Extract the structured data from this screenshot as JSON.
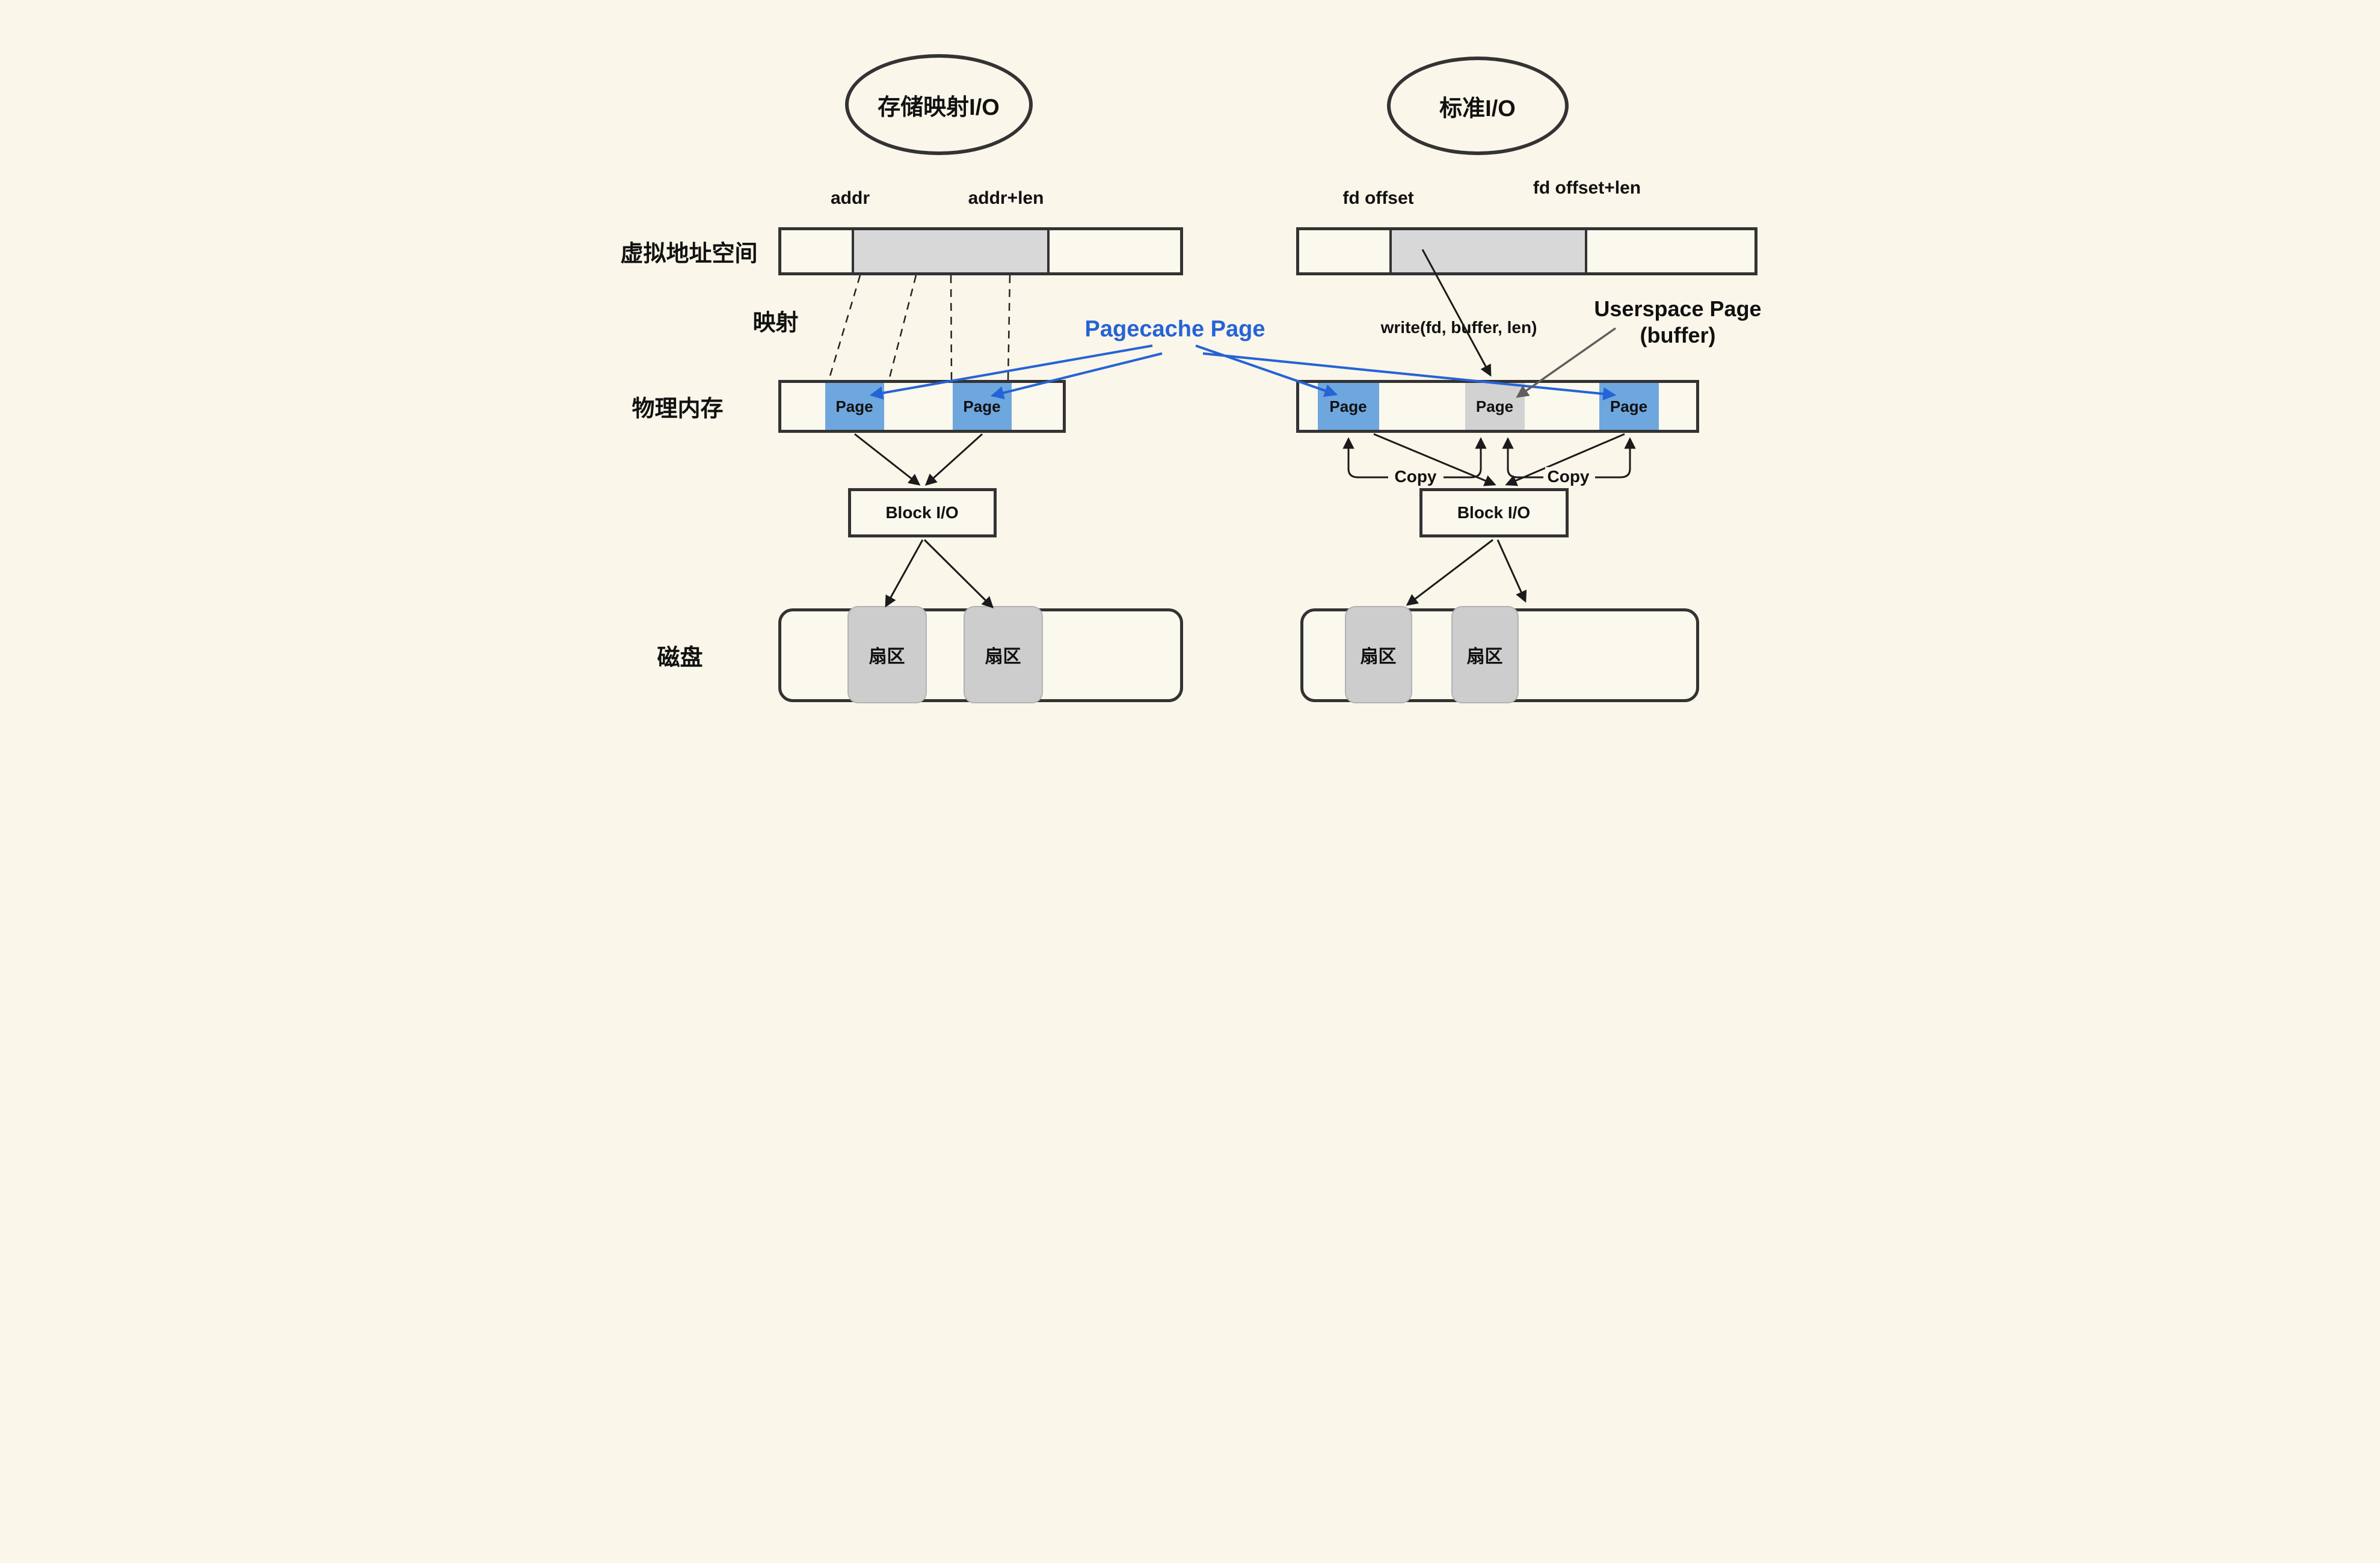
{
  "colors": {
    "background": "#FAF6E9",
    "ink": "#333333",
    "accent_blue": "#2563D6",
    "page_blue": "#6EA7DE",
    "segment_gray": "#D8D8D8",
    "page_gray": "#D2D2D2",
    "sector_gray": "#CDCDCD",
    "arrow_gray": "#5F5F5F"
  },
  "left": {
    "title": "存储映射I/O",
    "vas_label": "虚拟地址空间",
    "addr_label": "addr",
    "addr_len_label": "addr+len",
    "mapping_label": "映射",
    "phys_label": "物理内存",
    "page1": "Page",
    "page2": "Page",
    "block_io": "Block I/O",
    "disk_label": "磁盘",
    "sector1": "扇区",
    "sector2": "扇区"
  },
  "right": {
    "title": "标准I/O",
    "fd_offset_label": "fd offset",
    "fd_offset_len_label": "fd offset+len",
    "write_call": "write(fd, buffer, len)",
    "userspace_line1": "Userspace Page",
    "userspace_line2": "(buffer)",
    "page1": "Page",
    "page2": "Page",
    "page3": "Page",
    "copy_left": "Copy",
    "copy_right": "Copy",
    "block_io": "Block I/O",
    "sector1": "扇区",
    "sector2": "扇区"
  },
  "annotations": {
    "pagecache": "Pagecache Page"
  }
}
